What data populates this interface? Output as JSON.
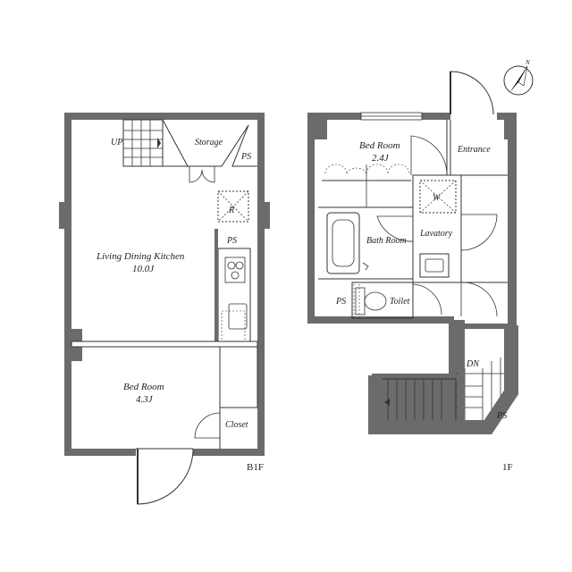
{
  "floors": {
    "b1f": "B1F",
    "f1": "1F"
  },
  "b1f_labels": {
    "up": "UP",
    "storage": "Storage",
    "ps_top": "PS",
    "refrigerator": "R",
    "ps_mid": "PS",
    "ldk_name": "Living Dining Kitchen",
    "ldk_size": "10.0J",
    "bed_name": "Bed Room",
    "bed_size": "4.3J",
    "closet": "Closet"
  },
  "f1_labels": {
    "bed_name": "Bed Room",
    "bed_size": "2.4J",
    "entrance": "Entrance",
    "washer": "W",
    "lavatory": "Lavatory",
    "bath": "Bath Room",
    "ps_left": "PS",
    "toilet": "Toilet",
    "down": "DN",
    "ps_stair": "PS"
  },
  "compass": {
    "label": "N"
  },
  "colors": {
    "wall": "#6b6b6b",
    "line": "#333333",
    "accent": "#000000"
  }
}
